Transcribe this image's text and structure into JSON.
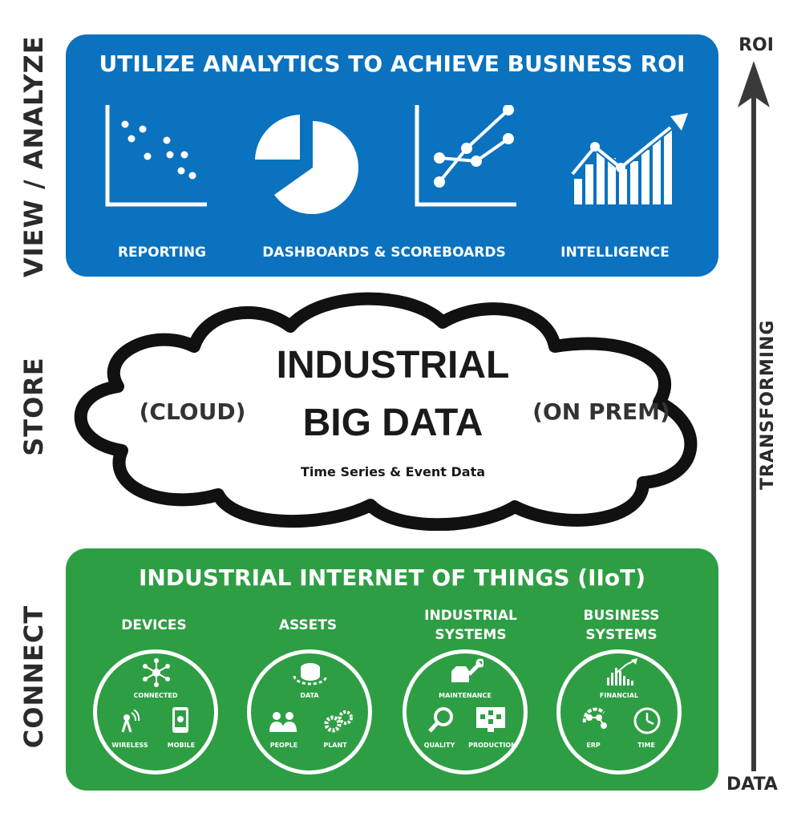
{
  "side_labels": {
    "view": "VIEW / ANALYZE",
    "store": "STORE",
    "connect": "CONNECT",
    "transforming": "TRANSFORMING"
  },
  "arrow": {
    "top": "ROI",
    "bottom": "DATA"
  },
  "analyze": {
    "title": "UTILIZE ANALYTICS TO ACHIEVE BUSINESS ROI",
    "items": [
      "REPORTING",
      "DASHBOARDS & SCOREBOARDS",
      "INTELLIGENCE"
    ],
    "icons": [
      "scatter-chart-icon",
      "pie-chart-icon",
      "line-chart-icon",
      "bar-trend-chart-icon"
    ],
    "color": "#0a72bf"
  },
  "store": {
    "line1": "INDUSTRIAL",
    "line2": "BIG DATA",
    "left": "(CLOUD)",
    "right": "(ON PREM)",
    "sub": "Time Series & Event Data"
  },
  "connect": {
    "title": "INDUSTRIAL INTERNET OF THINGS (IIoT)",
    "color": "#2e9e44",
    "groups": [
      {
        "heading": "DEVICES",
        "top": "CONNECTED",
        "left": "WIRELESS",
        "right": "MOBILE"
      },
      {
        "heading": "ASSETS",
        "top": "DATA",
        "left": "PEOPLE",
        "right": "PLANT"
      },
      {
        "heading1": "INDUSTRIAL",
        "heading2": "SYSTEMS",
        "top": "MAINTENANCE",
        "left": "QUALITY",
        "right": "PRODUCTION"
      },
      {
        "heading1": "BUSINESS",
        "heading2": "SYSTEMS",
        "top": "FINANCIAL",
        "left": "ERP",
        "right": "TIME"
      }
    ]
  }
}
